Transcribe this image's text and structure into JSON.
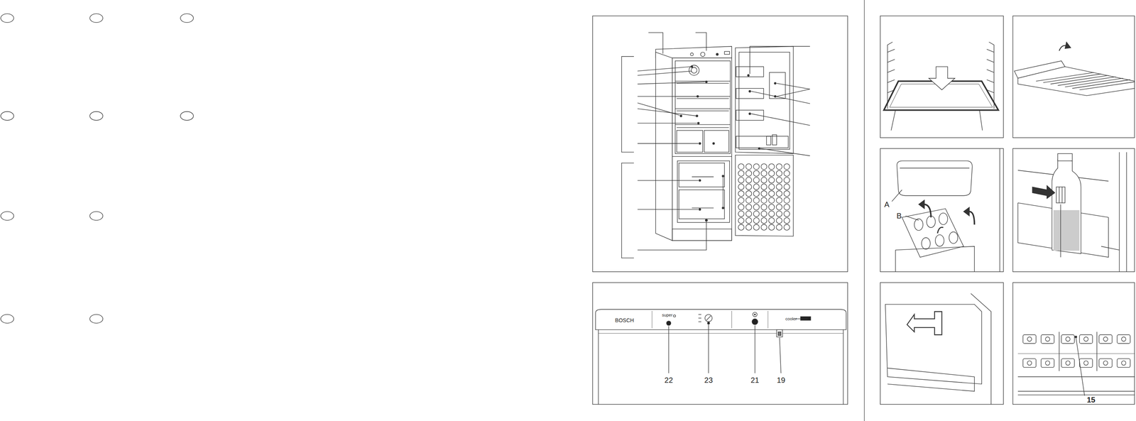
{
  "diagram": {
    "labels": [
      "BOSCH",
      "super",
      "cooler",
      "22",
      "23",
      "21",
      "19",
      "A",
      "B",
      "15"
    ]
  }
}
